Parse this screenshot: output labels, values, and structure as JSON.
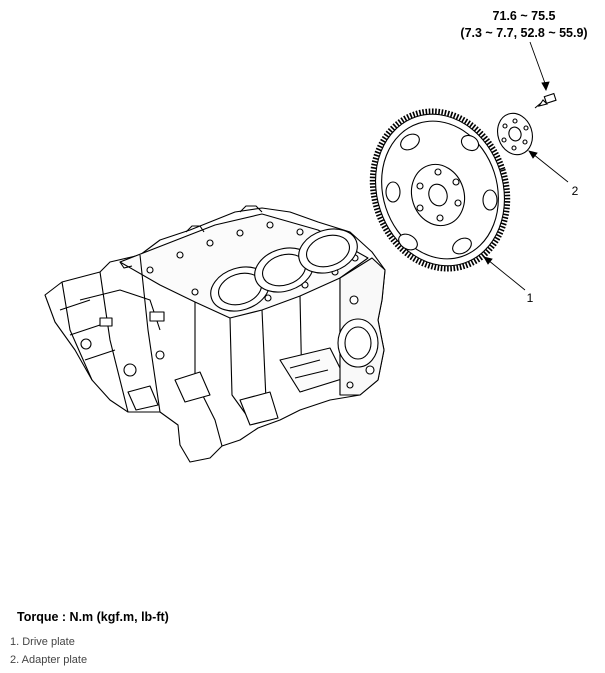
{
  "torque_spec": {
    "line1": "71.6 ~ 75.5",
    "line2": "(7.3 ~ 7.7, 52.8 ~ 55.9)"
  },
  "callouts": {
    "drive_plate_number": "1",
    "adapter_plate_number": "2"
  },
  "torque_units_label": "Torque : N.m (kgf.m, lb-ft)",
  "legend": [
    "1. Drive plate",
    "2. Adapter plate"
  ]
}
